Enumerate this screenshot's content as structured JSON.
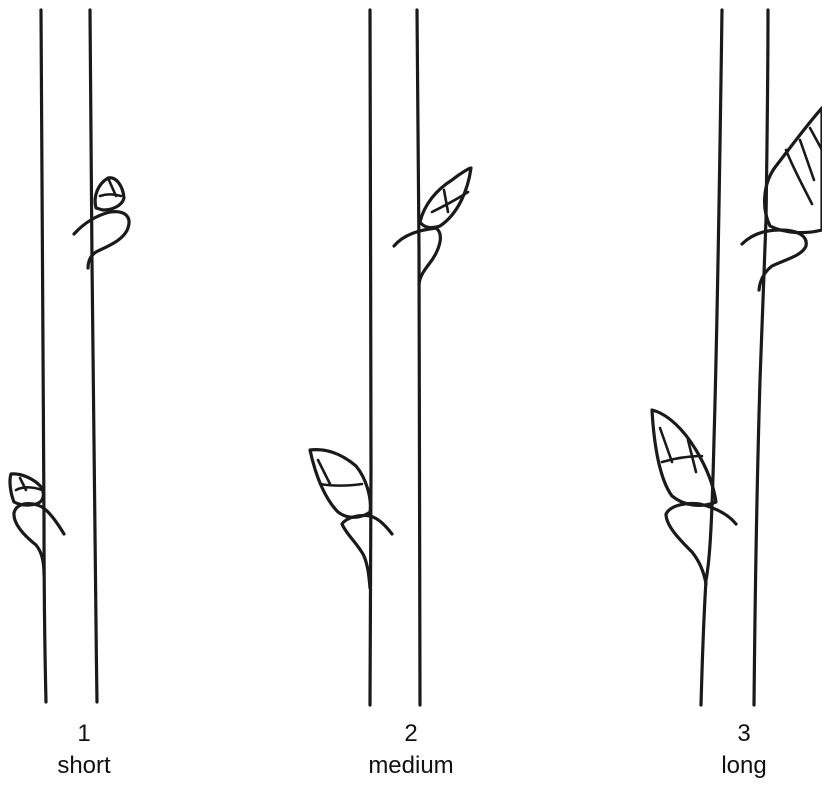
{
  "panels": [
    {
      "number": "1",
      "label": "short"
    },
    {
      "number": "2",
      "label": "medium"
    },
    {
      "number": "3",
      "label": "long"
    }
  ]
}
